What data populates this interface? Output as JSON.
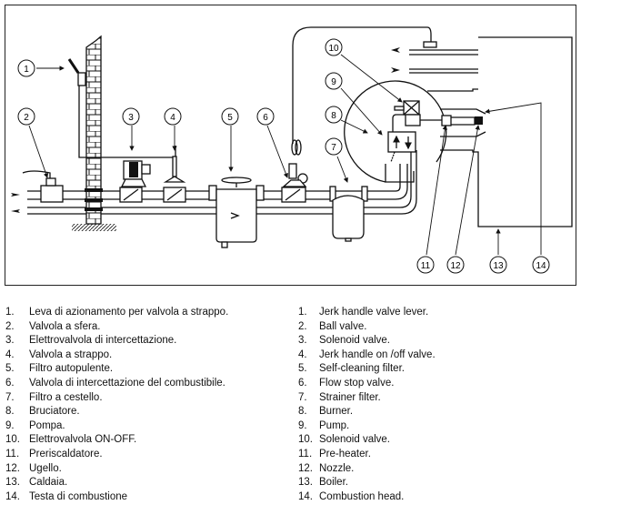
{
  "diagram": {
    "title": "Fuel oil supply circuit",
    "callouts": [
      "1",
      "2",
      "3",
      "4",
      "5",
      "6",
      "7",
      "8",
      "9",
      "10",
      "11",
      "12",
      "13",
      "14"
    ],
    "flow_in_arrow": "arrow-right-icon",
    "flow_out_arrow": "arrow-left-icon"
  },
  "legend_italian": [
    {
      "num": "1.",
      "text": "Leva di azionamento per valvola a strappo."
    },
    {
      "num": "2.",
      "text": "Valvola a sfera."
    },
    {
      "num": "3.",
      "text": "Elettrovalvola di intercettazione."
    },
    {
      "num": "4.",
      "text": "Valvola a strappo."
    },
    {
      "num": "5.",
      "text": "Filtro autopulente."
    },
    {
      "num": "6.",
      "text": "Valvola di intercettazione del combustibile."
    },
    {
      "num": "7.",
      "text": "Filtro a cestello."
    },
    {
      "num": "8.",
      "text": "Bruciatore."
    },
    {
      "num": "9.",
      "text": "Pompa."
    },
    {
      "num": "10.",
      "text": "Elettrovalvola ON-OFF."
    },
    {
      "num": "11.",
      "text": "Preriscaldatore."
    },
    {
      "num": "12.",
      "text": "Ugello."
    },
    {
      "num": "13.",
      "text": "Caldaia."
    },
    {
      "num": "14.",
      "text": "Testa di combustione"
    }
  ],
  "legend_english": [
    {
      "num": "1.",
      "text": "Jerk handle valve lever."
    },
    {
      "num": "2.",
      "text": "Ball valve."
    },
    {
      "num": "3.",
      "text": "Solenoid valve."
    },
    {
      "num": "4.",
      "text": "Jerk handle on /off valve."
    },
    {
      "num": "5.",
      "text": "Self-cleaning filter."
    },
    {
      "num": "6.",
      "text": "Flow stop valve."
    },
    {
      "num": "7.",
      "text": "Strainer filter."
    },
    {
      "num": "8.",
      "text": "Burner."
    },
    {
      "num": "9.",
      "text": "Pump."
    },
    {
      "num": "10.",
      "text": "Solenoid valve."
    },
    {
      "num": "11.",
      "text": "Pre-heater."
    },
    {
      "num": "12.",
      "text": "Nozzle."
    },
    {
      "num": "13.",
      "text": "Boiler."
    },
    {
      "num": "14.",
      "text": "Combustion head."
    }
  ]
}
